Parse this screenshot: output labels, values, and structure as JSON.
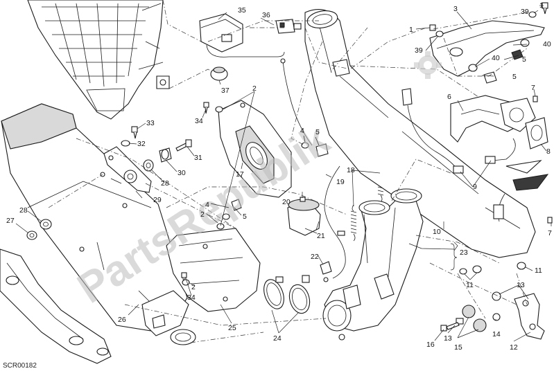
{
  "diagram": {
    "code": "SCR00182",
    "watermark": "PartsRepublik",
    "callouts": [
      {
        "id": "c1a",
        "label": "1"
      },
      {
        "id": "c1b",
        "label": "1"
      },
      {
        "id": "c2a",
        "label": "2"
      },
      {
        "id": "c2b",
        "label": "2"
      },
      {
        "id": "c2c",
        "label": "2"
      },
      {
        "id": "c3",
        "label": "3"
      },
      {
        "id": "c4a",
        "label": "4"
      },
      {
        "id": "c4b",
        "label": "4"
      },
      {
        "id": "c5a",
        "label": "5"
      },
      {
        "id": "c5b",
        "label": "5"
      },
      {
        "id": "c5c",
        "label": "5"
      },
      {
        "id": "c5d",
        "label": "5"
      },
      {
        "id": "c6",
        "label": "6"
      },
      {
        "id": "c7a",
        "label": "7"
      },
      {
        "id": "c7b",
        "label": "7"
      },
      {
        "id": "c8",
        "label": "8"
      },
      {
        "id": "c9",
        "label": "9"
      },
      {
        "id": "c10",
        "label": "10"
      },
      {
        "id": "c11a",
        "label": "11"
      },
      {
        "id": "c11b",
        "label": "11"
      },
      {
        "id": "c12",
        "label": "12"
      },
      {
        "id": "c13a",
        "label": "13"
      },
      {
        "id": "c13b",
        "label": "13"
      },
      {
        "id": "c14",
        "label": "14"
      },
      {
        "id": "c15",
        "label": "15"
      },
      {
        "id": "c16",
        "label": "16"
      },
      {
        "id": "c17",
        "label": "17"
      },
      {
        "id": "c18",
        "label": "18"
      },
      {
        "id": "c19",
        "label": "19"
      },
      {
        "id": "c20",
        "label": "20"
      },
      {
        "id": "c21",
        "label": "21"
      },
      {
        "id": "c22",
        "label": "22"
      },
      {
        "id": "c23",
        "label": "23"
      },
      {
        "id": "c24",
        "label": "24"
      },
      {
        "id": "c25",
        "label": "25"
      },
      {
        "id": "c26",
        "label": "26"
      },
      {
        "id": "c27",
        "label": "27"
      },
      {
        "id": "c28a",
        "label": "28"
      },
      {
        "id": "c28b",
        "label": "28"
      },
      {
        "id": "c29",
        "label": "29"
      },
      {
        "id": "c30",
        "label": "30"
      },
      {
        "id": "c31",
        "label": "31"
      },
      {
        "id": "c32",
        "label": "32"
      },
      {
        "id": "c33",
        "label": "33"
      },
      {
        "id": "c34a",
        "label": "34"
      },
      {
        "id": "c34b",
        "label": "34"
      },
      {
        "id": "c35",
        "label": "35"
      },
      {
        "id": "c36",
        "label": "36"
      },
      {
        "id": "c37",
        "label": "37"
      },
      {
        "id": "c39a",
        "label": "39"
      },
      {
        "id": "c39b",
        "label": "39"
      },
      {
        "id": "c40a",
        "label": "40"
      },
      {
        "id": "c40b",
        "label": "40"
      }
    ]
  }
}
